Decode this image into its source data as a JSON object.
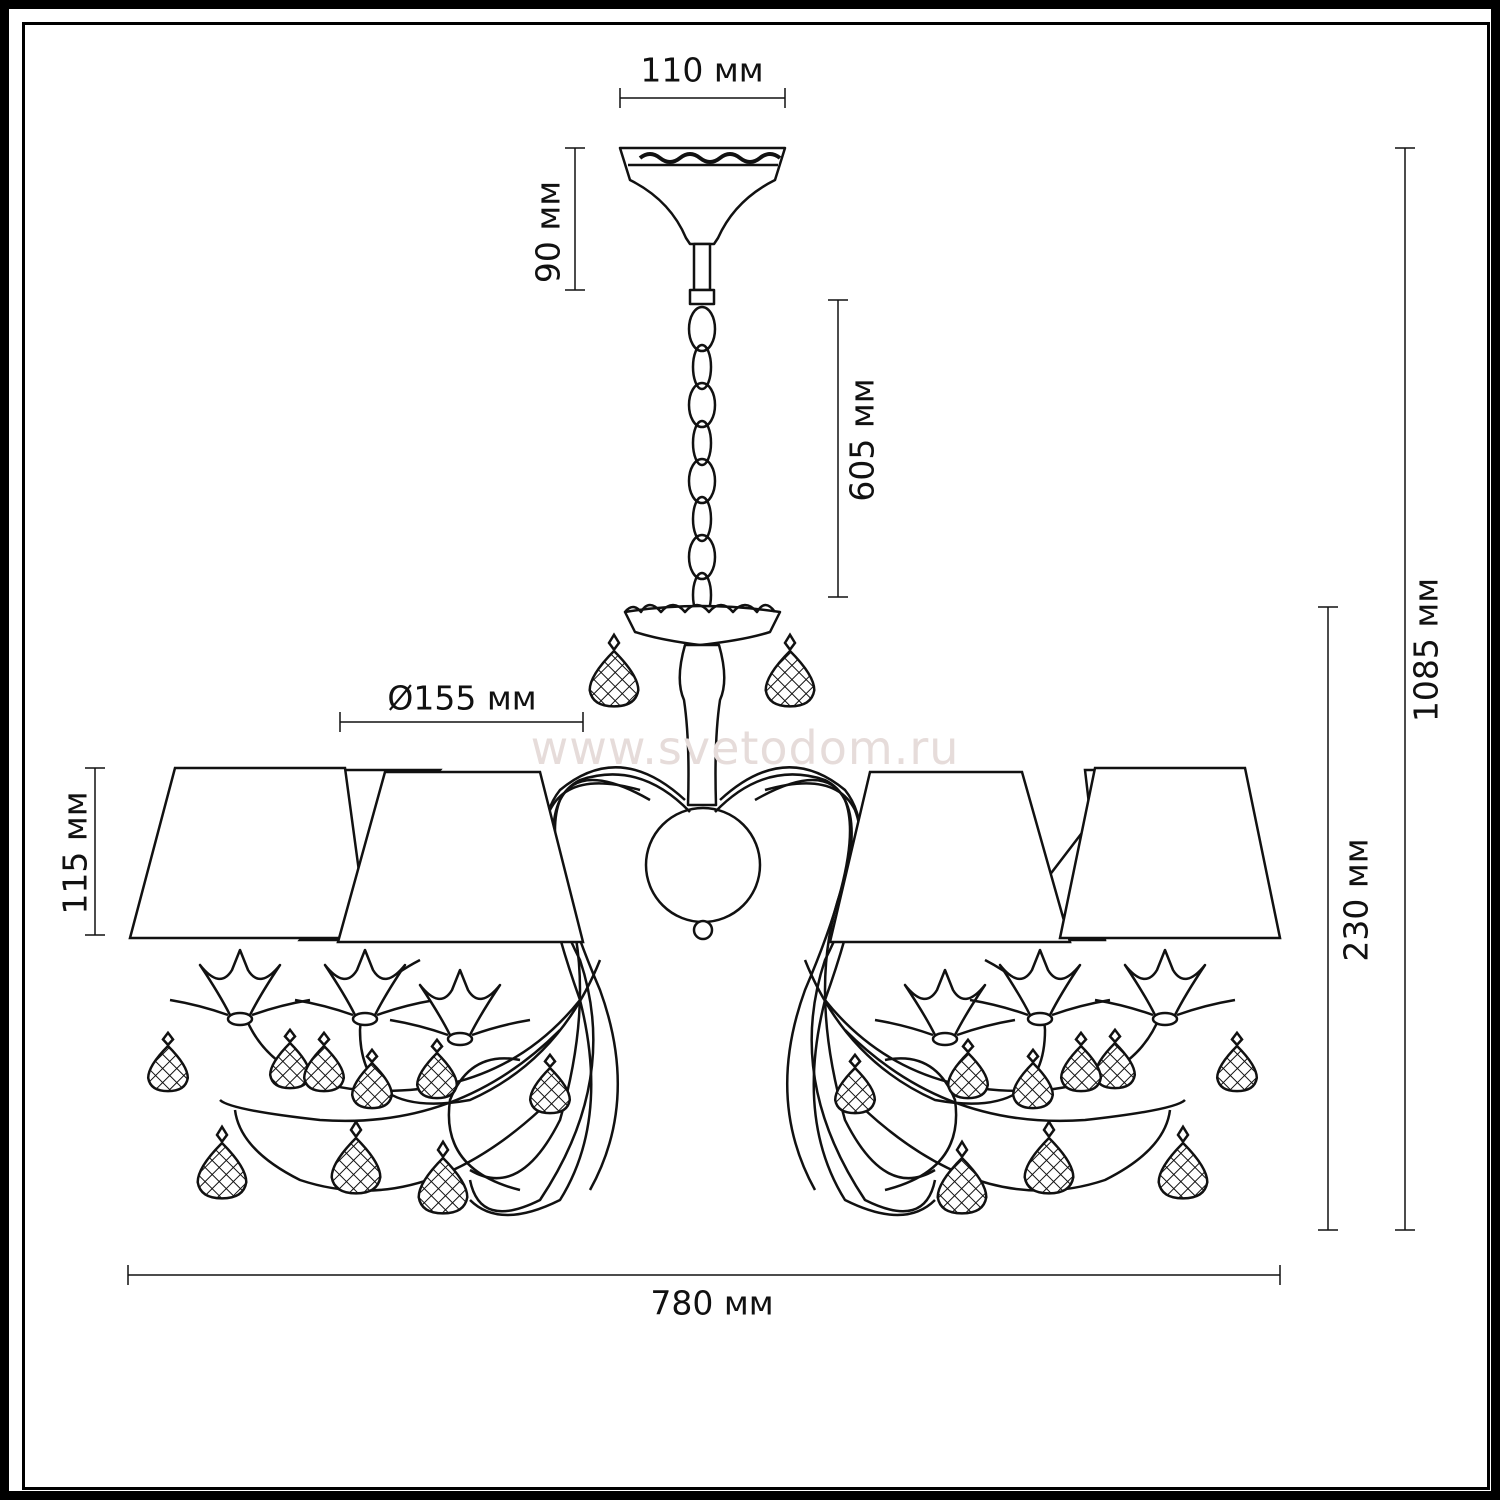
{
  "watermark": "www.svetodom.ru",
  "dimensions": {
    "canopy_width": "110 мм",
    "canopy_height": "90 мм",
    "chain_length": "605 мм",
    "total_height": "1085 мм",
    "body_height": "230 мм",
    "shade_height": "115 мм",
    "shade_diameter": "Ø155 мм",
    "total_width": "780 мм"
  },
  "colors": {
    "line": "#111111",
    "watermark": "#e6dcda",
    "border": "#000000"
  }
}
